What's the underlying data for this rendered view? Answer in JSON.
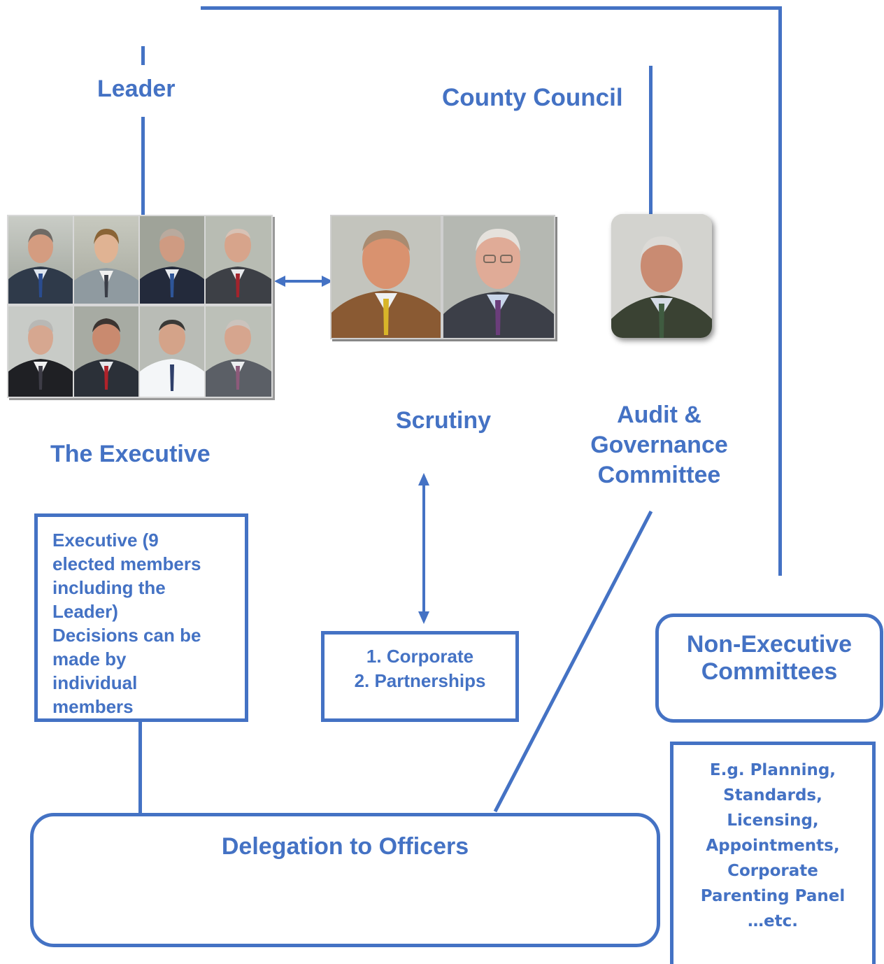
{
  "nodes": {
    "leader": "Leader",
    "county_council": "County Council",
    "the_executive": "The Executive",
    "scrutiny": "Scrutiny",
    "audit_line1": "Audit &",
    "audit_line2": "Governance",
    "audit_line3": "Committee",
    "non_exec_line1": "Non-Executive",
    "non_exec_line2": "Committees",
    "delegation": "Delegation to Officers"
  },
  "executive_box": [
    "Executive (9",
    "elected members",
    "including the",
    "Leader)",
    "Decisions can be",
    "made by",
    "individual",
    "members"
  ],
  "scrutiny_box": [
    "1. Corporate",
    "2. Partnerships"
  ],
  "examples_box": [
    "E.g. Planning,",
    "Standards,",
    "Licensing,",
    "Appointments,",
    "Corporate",
    "Parenting Panel",
    "…etc."
  ],
  "colors": {
    "accent": "#4472C4"
  },
  "icons": {
    "executive_photos": "portrait-photo-grid",
    "scrutiny_photos": "portrait-photo-pair",
    "audit_photo": "portrait-photo"
  }
}
